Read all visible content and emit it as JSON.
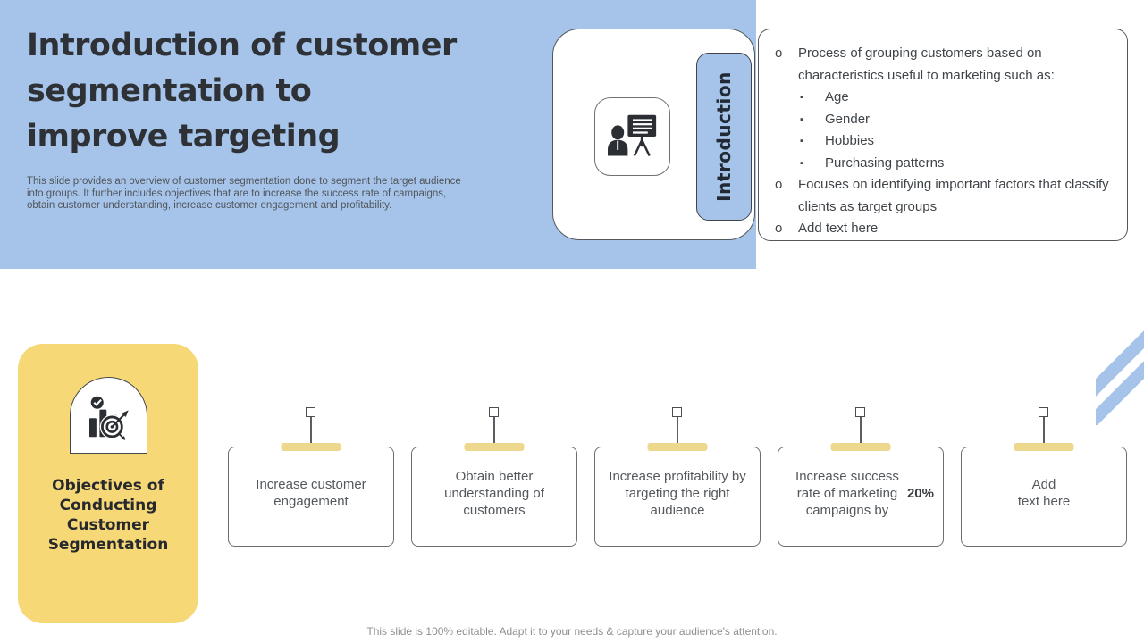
{
  "slide": {
    "title": "Introduction of customer\nsegmentation to\nimprove targeting",
    "subtitle": "This slide provides an overview of customer segmentation done to segment the target audience\ninto groups. It further includes objectives that are to increase the success rate of campaigns,\nobtain customer understanding, increase customer engagement and profitability.",
    "footer": "This slide is 100% editable. Adapt it to your needs & capture your audience's attention."
  },
  "intro": {
    "tab_label": "Introduction",
    "icon": "presenter-at-board-icon",
    "marker1": "o",
    "marker2": "▪",
    "bullets": [
      {
        "level": 1,
        "text": "Process of grouping customers based on characteristics useful to marketing such as:"
      },
      {
        "level": 2,
        "text": "Age"
      },
      {
        "level": 2,
        "text": "Gender"
      },
      {
        "level": 2,
        "text": "Hobbies"
      },
      {
        "level": 2,
        "text": "Purchasing patterns"
      },
      {
        "level": 1,
        "text": "Focuses on identifying important factors that classify clients as target groups"
      },
      {
        "level": 1,
        "text": "Add text here"
      }
    ]
  },
  "objectives": {
    "label": "Objectives of Conducting Customer Segmentation",
    "icon": "bar-chart-target-icon",
    "cards": [
      {
        "text": "Increase customer engagement"
      },
      {
        "text": "Obtain better understanding of customers"
      },
      {
        "text": "Increase profitability by targeting the right audience"
      },
      {
        "text": "Increase success rate of marketing campaigns by ",
        "bold": "20%"
      },
      {
        "text": "Add\ntext here"
      }
    ]
  },
  "colors": {
    "accent_blue": "#a6c4e9",
    "accent_yellow": "#f6d877",
    "card_tab_yellow": "#edd88d",
    "dark_text": "#2e3237",
    "body_text": "#3f4449",
    "footer_text": "#8f8f8f"
  }
}
